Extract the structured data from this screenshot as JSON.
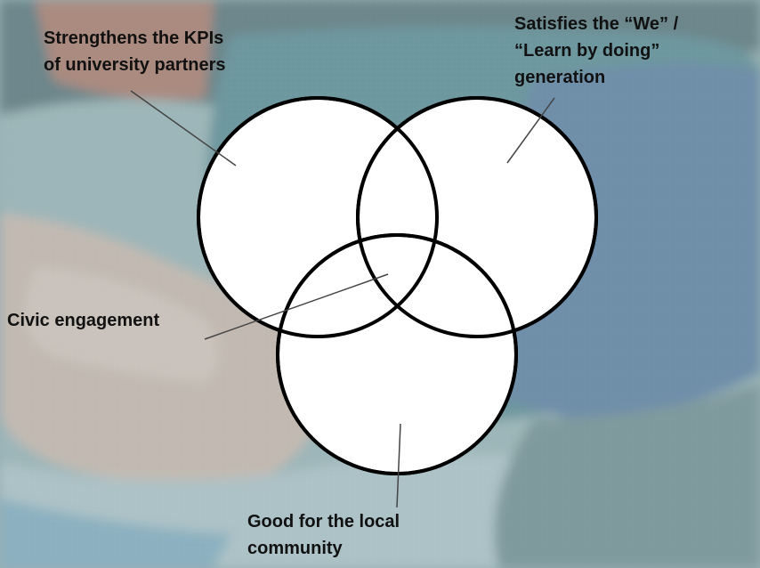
{
  "diagram": {
    "type": "venn",
    "circles": [
      {
        "label_lines": [
          "Strengthens the KPIs",
          "of university partners"
        ]
      },
      {
        "label_lines": [
          "Satisfies the “We” /",
          "“Learn by doing”",
          "generation"
        ]
      },
      {
        "label_lines": [
          "Good for the local",
          "community"
        ]
      }
    ],
    "intersection_label": "Civic engagement",
    "circle_fill": "#ffffff",
    "circle_stroke": "#000000",
    "background_photo": "hands-together-photo"
  }
}
